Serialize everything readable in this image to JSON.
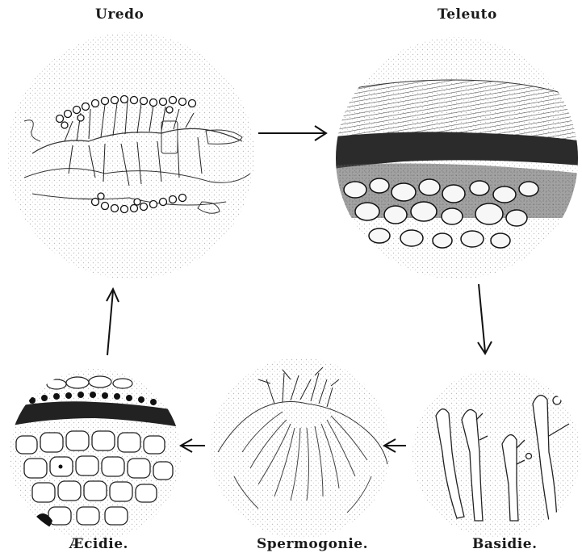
{
  "labels": {
    "uredo": "Uredo",
    "teleuto": "Teleuto",
    "basidie": "Basidie.",
    "spermogonie": "Spermogonie.",
    "aecidie": "Æcidie."
  },
  "colors": {
    "ink": "#1a1a1a",
    "stipple": "#c9c9c9",
    "dark": "#2a2a2a"
  }
}
